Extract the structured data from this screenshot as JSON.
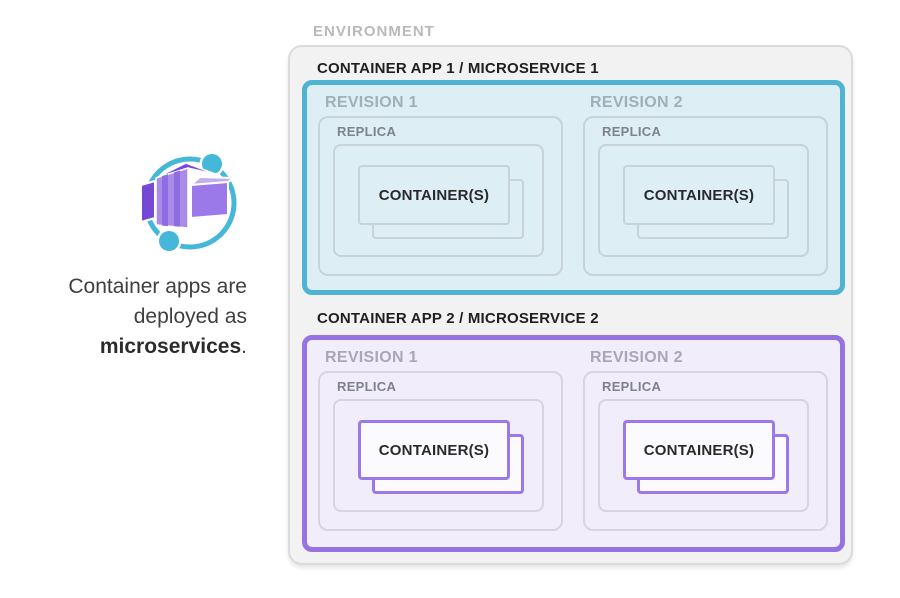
{
  "aside": {
    "icon": "azure-container-apps-logo",
    "caption": {
      "line1": "Container apps are",
      "line2": "deployed as",
      "line3_bold": "microservices",
      "line3_suffix": "."
    }
  },
  "environment": {
    "label": "ENVIRONMENT",
    "apps": [
      {
        "title": "CONTAINER APP 1 / MICROSERVICE 1",
        "theme": "teal",
        "revisions": [
          {
            "label": "REVISION 1",
            "replica_label": "REPLICA",
            "container_label": "CONTAINER(S)"
          },
          {
            "label": "REVISION 2",
            "replica_label": "REPLICA",
            "container_label": "CONTAINER(S)"
          }
        ]
      },
      {
        "title": "CONTAINER APP 2 / MICROSERVICE 2",
        "theme": "purple",
        "revisions": [
          {
            "label": "REVISION 1",
            "replica_label": "REPLICA",
            "container_label": "CONTAINER(S)"
          },
          {
            "label": "REVISION 2",
            "replica_label": "REPLICA",
            "container_label": "CONTAINER(S)"
          }
        ]
      }
    ]
  },
  "colors": {
    "env_fill": "#F2F2F2",
    "env_border": "#DBDBDB",
    "env_label": "#B9B9B9",
    "title_text": "#1F1F1F",
    "caption_text": "#3F3F3F",
    "teal_border": "#4FB4D2",
    "teal_fill": "#DDEEF5",
    "purple_border": "#9673E0",
    "purple_fill": "#F1EDFA",
    "purple_container_border": "#9B79E8",
    "purple_container_fill": "#FBFAFE",
    "app1_inner_border": "#C8D3D8",
    "app2_inner_border": "#D8D3E0",
    "rev_label_teal": "#9FB0B9",
    "rev_label_purple": "#ABA5B8",
    "replica_label": "#7E828A",
    "container_text": "#2A2A2A",
    "icon_teal": "#45B7D9",
    "icon_purple_dark": "#7847E2",
    "icon_purple_front": "#A98CEA",
    "icon_purple_stripe": "#8F6CE2",
    "icon_purple_right": "#9C79E8",
    "icon_purple_right_top": "#C3ACF2",
    "icon_purple_left": "#7549D6"
  }
}
